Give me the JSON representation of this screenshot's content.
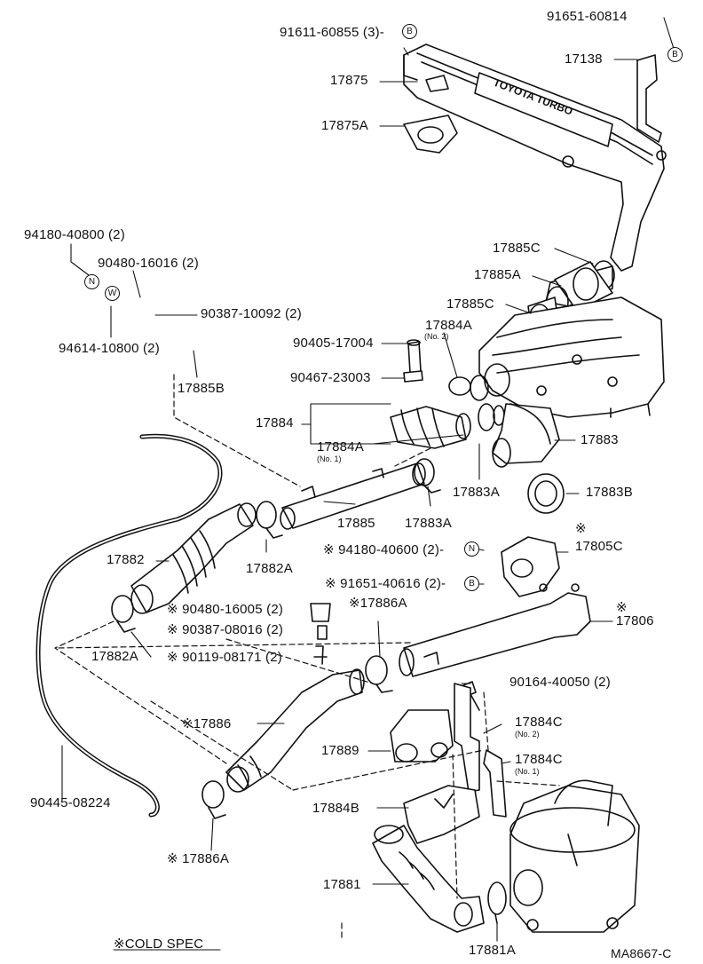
{
  "labels": {
    "p91611": "91611-60855 (3)-",
    "p91651a": "91651-60814",
    "p17138": "17138",
    "p17875": "17875",
    "p17875A": "17875A",
    "p94180a": "94180-40800 (2)",
    "p90480a": "90480-16016 (2)",
    "p90387a": "90387-10092 (2)",
    "p94614": "94614-10800 (2)",
    "p17885B": "17885B",
    "p17885C1": "17885C",
    "p17885A": "17885A",
    "p17885C2": "17885C",
    "p17884A2": "17884A",
    "p17884A2sub": "(No. 2)",
    "p90405": "90405-17004",
    "p90467": "90467-23003",
    "p17884": "17884",
    "p17884A1": "17884A",
    "p17884A1sub": "(No. 1)",
    "p17883": "17883",
    "p17883A1": "17883A",
    "p17883B": "17883B",
    "p17885": "17885",
    "p17883A2": "17883A",
    "p17805C": "17805C",
    "p94180b": "※ 94180-40600 (2)-",
    "p91651b": "※ 91651-40616 (2)-",
    "p17882": "17882",
    "p17882A1": "17882A",
    "p90480b": "※ 90480-16005 (2)",
    "p17886A1": "※17886A",
    "p17806": "17806",
    "p90387b": "※ 90387-08016 (2)",
    "p17882A2": "17882A",
    "p90119": "※ 90119-08171 (2)",
    "p90164": "90164-40050 (2)",
    "p17886": "※17886",
    "p17884C2": "17884C",
    "p17884C2sub": "(No. 2)",
    "p17889": "17889",
    "p17884C1": "17884C",
    "p17884C1sub": "(No. 1)",
    "p90445": "90445-08224",
    "p17884B": "17884B",
    "p17886A2": "※ 17886A",
    "p17881": "17881",
    "p17881A": "17881A",
    "legend": "※COLD SPEC",
    "code": "MA8667-C",
    "cold_mark": "※"
  },
  "markers": {
    "B": "B",
    "N": "N",
    "W": "W"
  },
  "intercooler_text": "TOYOTA TURBO"
}
